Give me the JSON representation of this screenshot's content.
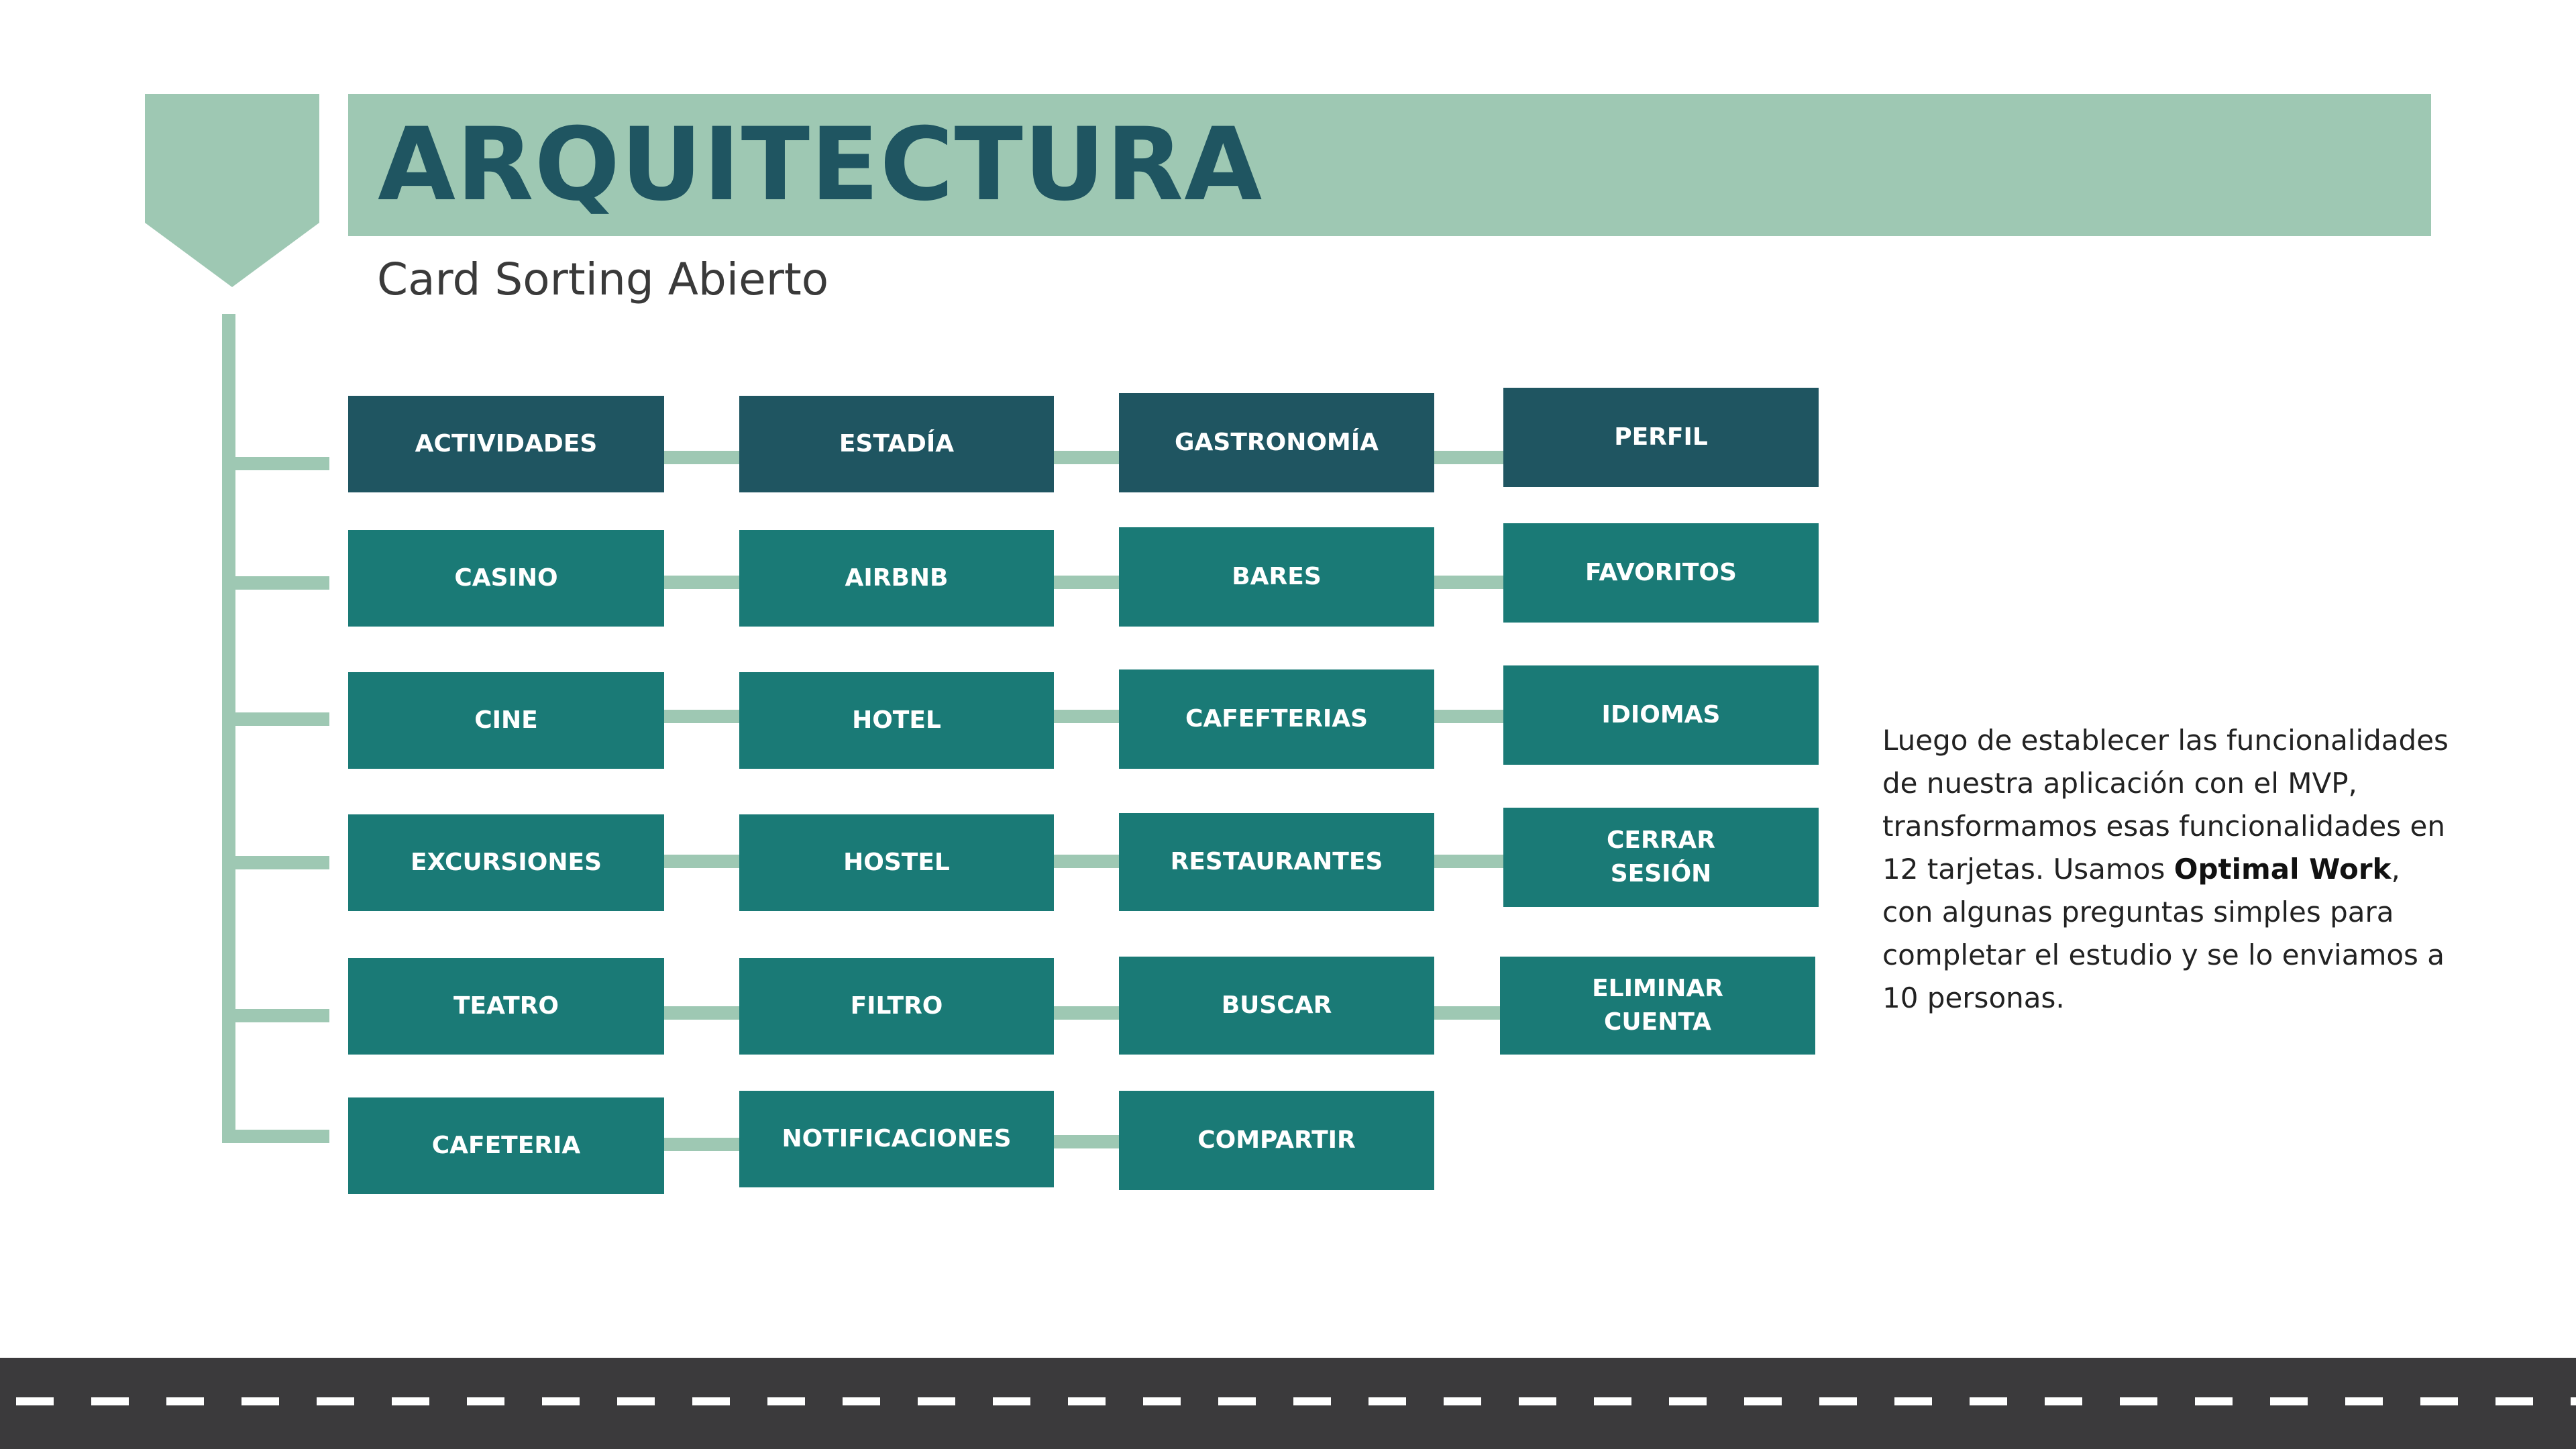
{
  "header": {
    "title": "ARQUITECTURA",
    "subtitle": "Card Sorting Abierto"
  },
  "colors": {
    "accent": "#9ec8b3",
    "header_card": "#1f5561",
    "item_card": "#1a7a76",
    "road": "#3b3a3c"
  },
  "card_sorting": {
    "columns": [
      {
        "header": "ACTIVIDADES",
        "items": [
          "CASINO",
          "CINE",
          "EXCURSIONES",
          "TEATRO",
          "CAFETERIA"
        ]
      },
      {
        "header": "ESTADÍA",
        "items": [
          "AIRBNB",
          "HOTEL",
          "HOSTEL",
          "FILTRO",
          "NOTIFICACIONES"
        ]
      },
      {
        "header": "GASTRONOMÍA",
        "items": [
          "BARES",
          "CAFEFTERIAS",
          "RESTAURANTES",
          "BUSCAR",
          "COMPARTIR"
        ]
      },
      {
        "header": "PERFIL",
        "items": [
          "FAVORITOS",
          "IDIOMAS",
          "CERRAR\nSESIÓN",
          "ELIMINAR\nCUENTA"
        ]
      }
    ]
  },
  "description": {
    "intro": "Luego de establecer las funcionalidades de nuestra aplicación con el MVP, transformamos esas funcionalidades en 12 tarjetas. Usamos ",
    "highlight": "Optimal Work",
    "outro": ", con algunas preguntas simples para completar el estudio y se lo enviamos a 10 personas."
  }
}
